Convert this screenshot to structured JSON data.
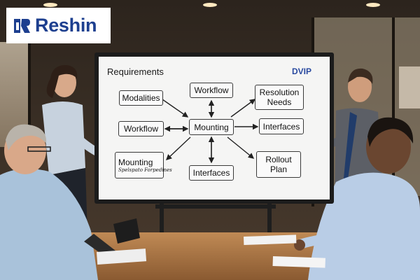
{
  "logo": {
    "brand": "Reshin",
    "brand_color": "#1d3f8f"
  },
  "whiteboard": {
    "title": "Requirements",
    "badge": "DVIP",
    "badge_color": "#2a4aa0",
    "nodes": {
      "modalities": "Modalities",
      "workflow_top": "Workflow",
      "resolution_line1": "Resolution",
      "resolution_line2": "Needs",
      "workflow_left": "Workflow",
      "mounting_center": "Mounting",
      "interfaces_right": "Interfaces",
      "mounting_lower": "Mounting",
      "handwritten_note": "Spelspato Forpedines",
      "interfaces_bottom": "Interfaces",
      "rollout_line1": "Rollout",
      "rollout_line2": "Plan"
    }
  },
  "colors": {
    "wall": "#3a3028",
    "table": "#b07c4c",
    "board_frame": "#1c1c1c"
  }
}
